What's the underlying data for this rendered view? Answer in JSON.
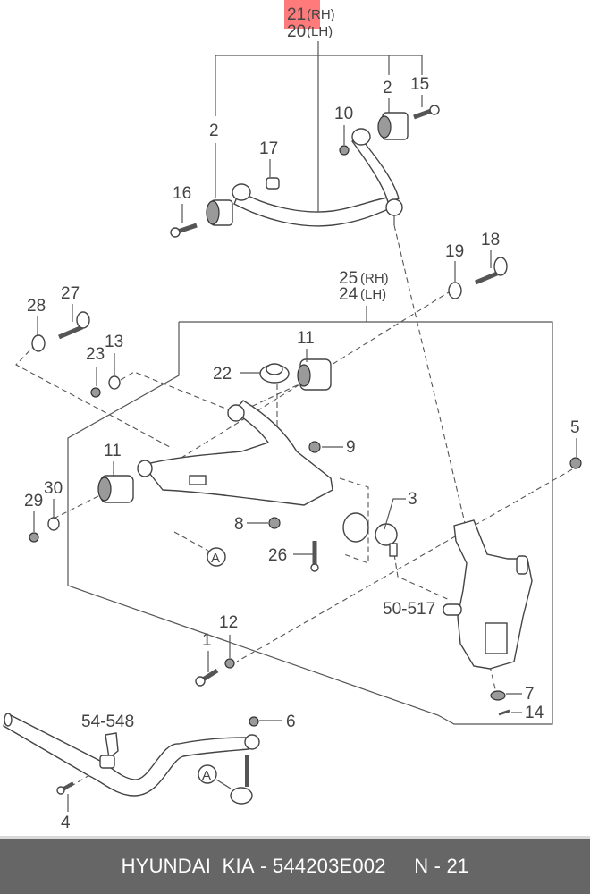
{
  "header": {
    "assembly_upper": {
      "main": "21",
      "side": "(RH)",
      "alt": "20",
      "alt_side": "(LH)"
    },
    "assembly_lower": {
      "main": "25",
      "side": "(RH)",
      "alt": "24",
      "alt_side": "(LH)"
    },
    "highlighted_part": "21",
    "highlight_color": "#ff7b7b"
  },
  "callouts": {
    "c2a": "2",
    "c2b": "2",
    "c15": "15",
    "c10": "10",
    "c17": "17",
    "c16": "16",
    "c19": "19",
    "c18": "18",
    "c28": "28",
    "c27": "27",
    "c23": "23",
    "c13": "13",
    "c11a": "11",
    "c22": "22",
    "c9": "9",
    "c11b": "11",
    "c29": "29",
    "c30": "30",
    "c8": "8",
    "c3": "3",
    "c26": "26",
    "cA1": "A",
    "c5": "5",
    "c50517": "50-517",
    "c1": "1",
    "c12": "12",
    "c7": "7",
    "c14": "14",
    "c54548": "54-548",
    "c6": "6",
    "c4": "4",
    "cA2": "A"
  },
  "footer": {
    "brand": "HYUNDAI  KIA",
    "separator": " - ",
    "part_number": "544203E002",
    "page": "N - 21",
    "background": "#666666"
  }
}
